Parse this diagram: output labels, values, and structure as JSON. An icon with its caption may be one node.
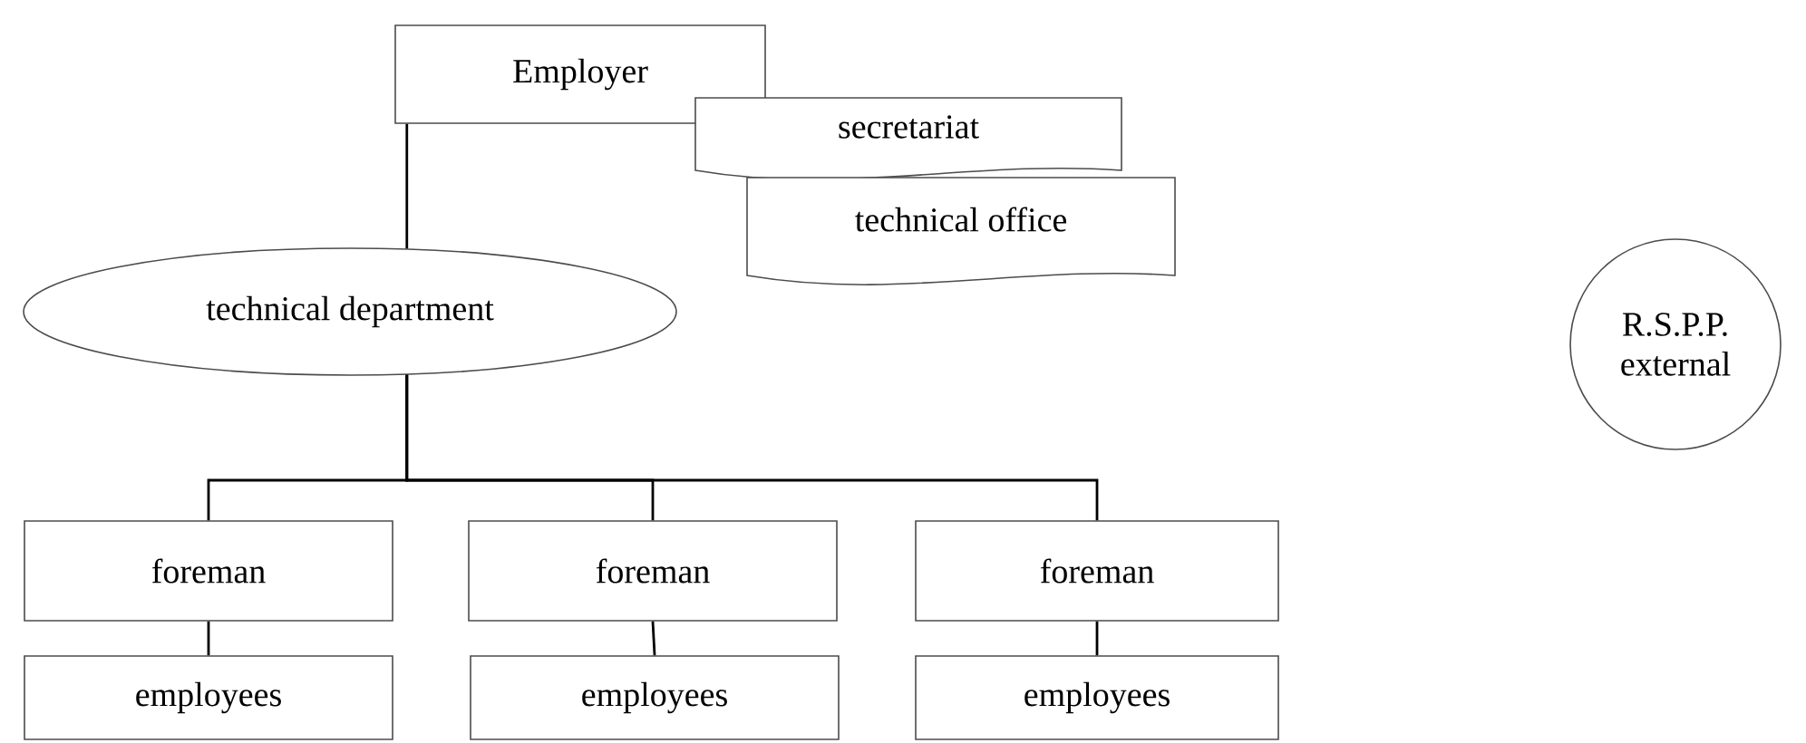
{
  "diagram": {
    "nodes": [
      {
        "text": [
          "Employer"
        ]
      },
      {
        "text": [
          "secretariat"
        ]
      },
      {
        "text": [
          "technical office"
        ]
      },
      {
        "text": [
          "technical department"
        ]
      },
      {
        "text": [
          "foreman"
        ]
      },
      {
        "text": [
          "foreman"
        ]
      },
      {
        "text": [
          "foreman"
        ]
      },
      {
        "text": [
          "employees"
        ]
      },
      {
        "text": [
          "employees"
        ]
      },
      {
        "text": [
          "employees"
        ]
      },
      {
        "text": [
          "R.S.P.P. external"
        ]
      }
    ],
    "edges": [
      {
        "from": 0,
        "to": 3,
        "arrow": "none"
      },
      {
        "from": 3,
        "to": 4,
        "arrow": "none"
      },
      {
        "from": 3,
        "to": 5,
        "arrow": "none"
      },
      {
        "from": 3,
        "to": 6,
        "arrow": "none"
      },
      {
        "from": 4,
        "to": 7,
        "arrow": "none"
      },
      {
        "from": 5,
        "to": 8,
        "arrow": "none"
      },
      {
        "from": 6,
        "to": 9,
        "arrow": "none"
      }
    ]
  }
}
